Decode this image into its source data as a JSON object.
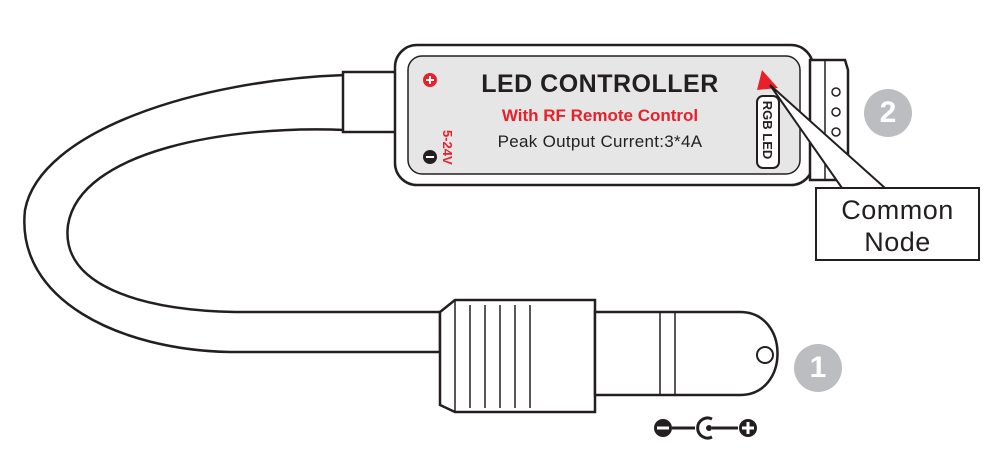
{
  "controller": {
    "title": "LED CONTROLLER",
    "subtitle": "With RF Remote Control",
    "peak_output": "Peak Output Current:3*4A",
    "voltage": "5-24V",
    "connector_label": "RGB LED"
  },
  "callout": {
    "line1": "Common",
    "line2": "Node"
  },
  "badges": {
    "one": "1",
    "two": "2"
  },
  "colors": {
    "outline": "#231f20",
    "accent_red": "#e8202a",
    "panel_fill": "#e6e6e7",
    "badge_gray": "#bcbdc0"
  }
}
